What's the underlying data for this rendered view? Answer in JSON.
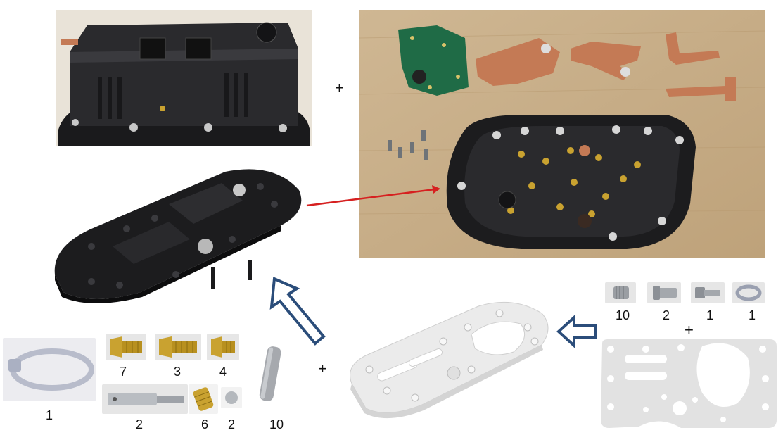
{
  "operators": {
    "plus_top": "+",
    "plus_bottom": "+",
    "plus_right": "+"
  },
  "kit_left": {
    "ring_qty": "1",
    "insert_a_qty": "7",
    "insert_b_qty": "3",
    "insert_c_qty": "4",
    "pin_qty": "2",
    "small_insert_qty": "6",
    "disc_qty": "2",
    "sleeve_qty": "10"
  },
  "kit_right": {
    "knurled_insert_qty": "10",
    "bushing_qty": "2",
    "stud_qty": "1",
    "ring_qty": "1"
  },
  "colors": {
    "part_black": "#1c1c1e",
    "arrow_red": "#d62020",
    "arrow_blue": "#2b4d7a",
    "wood": "#c9b08a",
    "brass": "#c9a230",
    "copper": "#c47a55",
    "pcb_green": "#1f6b46",
    "plate_gray": "#e2e2e2"
  }
}
